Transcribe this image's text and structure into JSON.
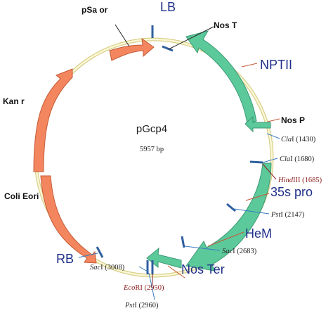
{
  "plasmid": {
    "name": "pGcp4",
    "size": "5957 bp"
  },
  "colors": {
    "backbone": "#f0e9a8",
    "green_feature": "#5cc99b",
    "orange_feature": "#f3865e",
    "site_tick": "#2f5fa0",
    "navy_label": "#1f2f8a",
    "dark_red": "#8b1a1a"
  },
  "features": {
    "nptii": "NPTII",
    "nos_p": "Nos P",
    "p35s": "35s pro",
    "hem": "HeM",
    "nos_ter": "Nos Ter",
    "nos_t": "Nos T",
    "lb": "LB",
    "rb": "RB",
    "psa_ori": "pSa or",
    "kan_r": "Kan r",
    "coli_eori": "Coli Eori"
  },
  "sites": {
    "cla1_1430": {
      "enzyme": "Cla",
      "numeral": "I",
      "pos": "(1430)"
    },
    "cla1_1680": {
      "enzyme": "Cla",
      "numeral": "I",
      "pos": "(1680)"
    },
    "hind3_1685": {
      "enzyme": "Hind",
      "numeral": "III",
      "pos": "(1685)"
    },
    "pst1_2147": {
      "enzyme": "Pst",
      "numeral": "I",
      "pos": "(2147)"
    },
    "sac1_2683": {
      "enzyme": "Sac",
      "numeral": "I",
      "pos": "(2683)"
    },
    "sac1_3008": {
      "enzyme": "Sac",
      "numeral": "I",
      "pos": "(3008)"
    },
    "ecor1_2950": {
      "enzyme": "Eco",
      "numeral": "RI",
      "pos": "(2950)"
    },
    "pst1_2960": {
      "enzyme": "Pst",
      "numeral": "I",
      "pos": "(2960)"
    }
  }
}
